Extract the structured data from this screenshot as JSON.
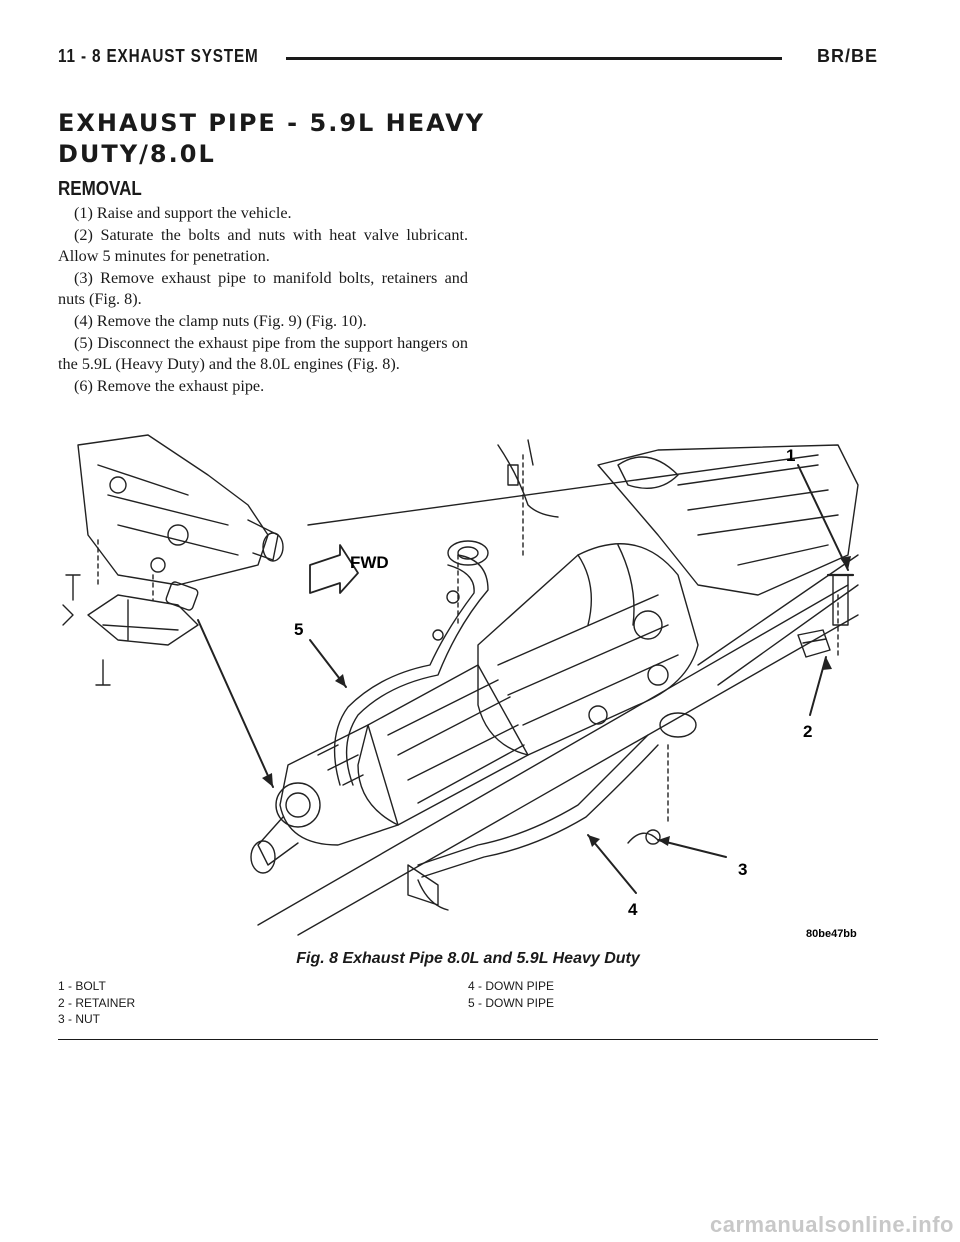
{
  "header": {
    "page_label": "11 - 8     EXHAUST SYSTEM",
    "model_code": "BR/BE"
  },
  "section": {
    "title": "EXHAUST PIPE - 5.9L HEAVY DUTY/8.0L",
    "subtitle": "REMOVAL",
    "steps": [
      "(1) Raise and support the vehicle.",
      "(2) Saturate the bolts and nuts with heat valve lubricant. Allow 5 minutes for penetration.",
      "(3) Remove exhaust pipe to manifold bolts, retainers and nuts (Fig. 8).",
      "(4) Remove the clamp nuts (Fig. 9) (Fig. 10).",
      "(5) Disconnect the exhaust pipe from the support hangers on the 5.9L (Heavy Duty) and the 8.0L engines (Fig. 8).",
      "(6) Remove the exhaust pipe."
    ]
  },
  "figure": {
    "direction_label": "FWD",
    "image_code": "80be47bb",
    "callouts": [
      "1",
      "2",
      "3",
      "4",
      "5"
    ],
    "caption": "Fig. 8 Exhaust Pipe 8.0L and 5.9L Heavy Duty",
    "legend": [
      "1 - BOLT",
      "2 - RETAINER",
      "3 - NUT",
      "4 - DOWN PIPE",
      "5 - DOWN PIPE"
    ]
  },
  "watermark": "carmanualsonline.info"
}
